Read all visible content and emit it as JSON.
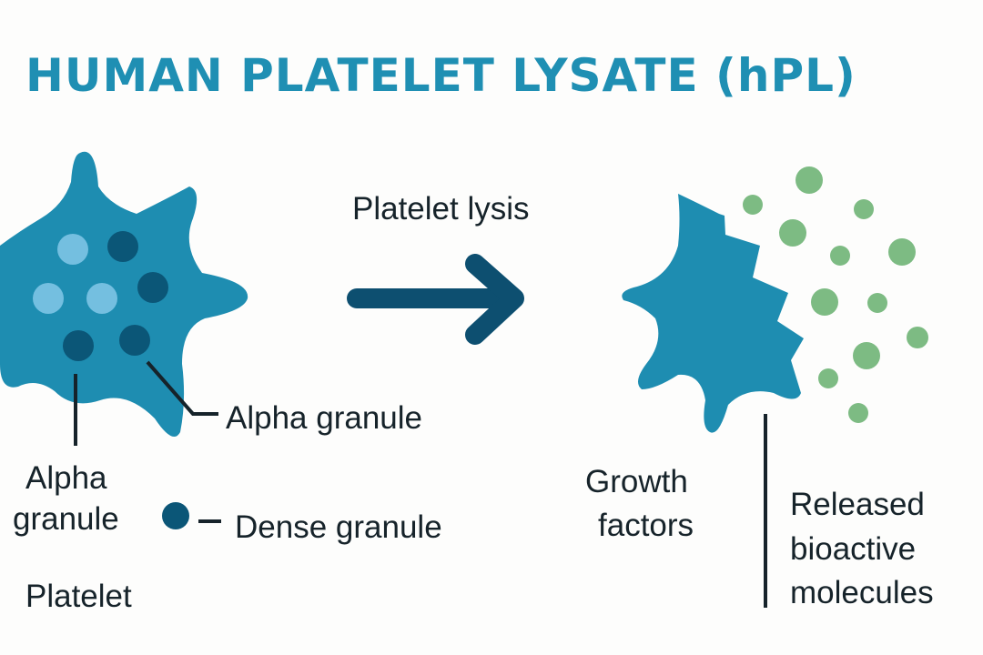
{
  "title": "HUMAN PLATELET LYSATE (hPL)",
  "step_label": "Platelet lysis",
  "labels": {
    "alpha_granule_right": "Alpha granule",
    "alpha_granule_left_line1": "Alpha",
    "alpha_granule_left_line2": "granule",
    "dense_granule": "Dense granule",
    "platelet": "Platelet",
    "growth_factors_line1": "Growth",
    "growth_factors_line2": "factors",
    "released_line1": "Released",
    "released_line2": "bioactive",
    "released_line3": "molecules"
  },
  "colors": {
    "title": "#1f8fb3",
    "platelet": "#1e8db1",
    "alpha_granule": "#74bfe0",
    "dense_granule": "#0b5677",
    "arrow": "#0d4f70",
    "molecules": "#7dbb83"
  }
}
